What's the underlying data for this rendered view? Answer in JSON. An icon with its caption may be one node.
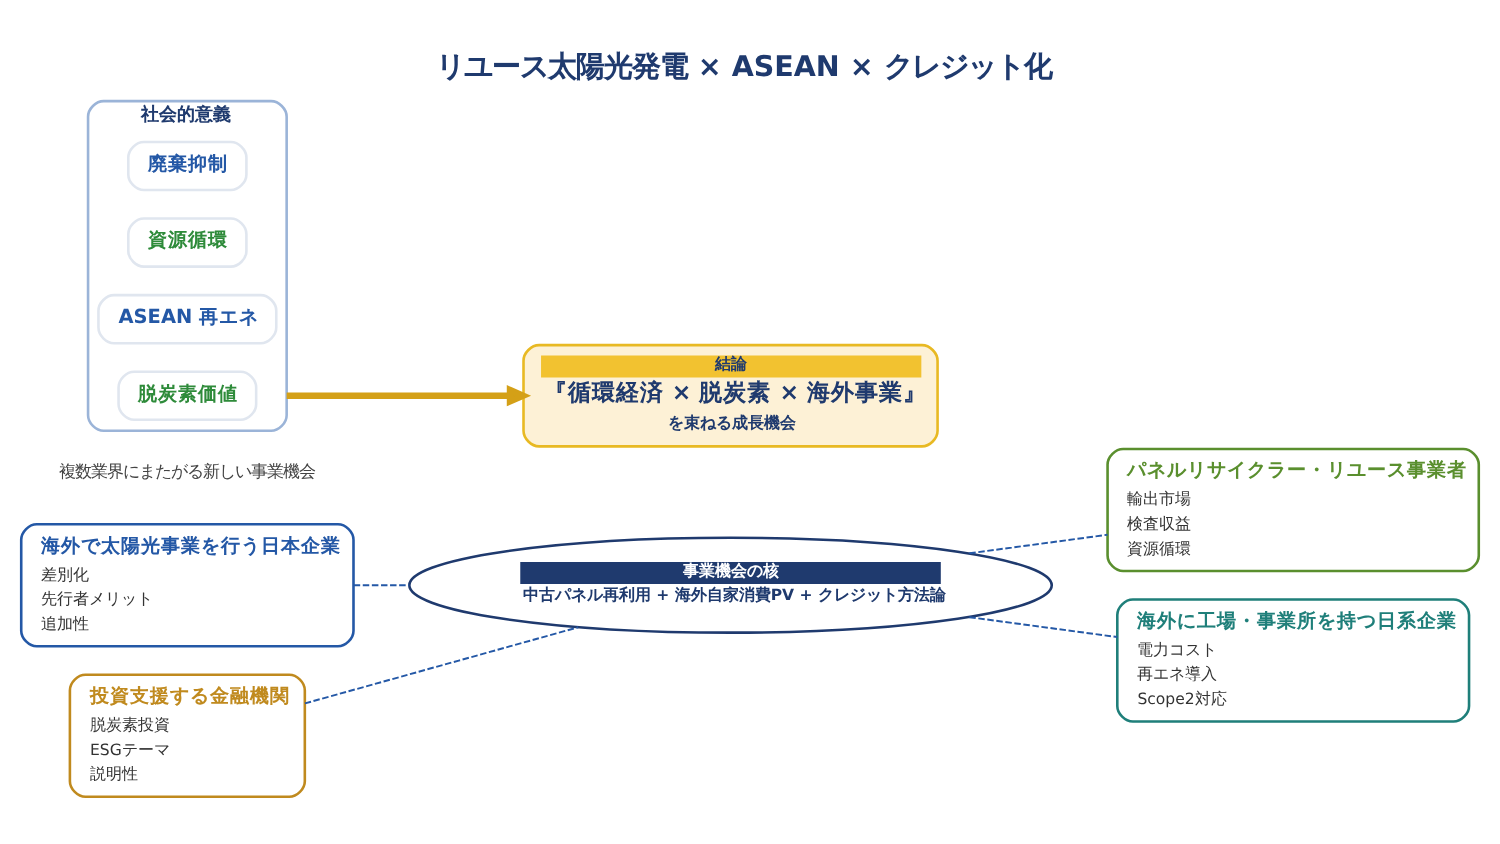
{
  "diagram": {
    "title": "リユース太陽光発電 × ASEAN × クレジット化",
    "nodes": [
      {
        "text": [
          "事業機会の核",
          "中古パネル再利用 + 海外自家消費PV + クレジット方法論"
        ]
      },
      {
        "text": [
          "海外で太陽光事業を行う日本企業",
          "差別化",
          "先行者メリット",
          "追加性"
        ]
      },
      {
        "text": [
          "パネルリサイクラー・リユース事業者",
          "輸出市場",
          "検査収益",
          "資源循環"
        ]
      },
      {
        "text": [
          "投資支援する金融機関",
          "脱炭素投資",
          "ESGテーマ",
          "説明性"
        ]
      },
      {
        "text": [
          "海外に工場・事業所を持つ日系企業",
          "電力コスト",
          "再エネ導入",
          "Scope2対応"
        ]
      },
      {
        "text": [
          "社会的意義"
        ]
      },
      {
        "text": [
          "廃棄抑制"
        ],
        "in": 5
      },
      {
        "text": [
          "資源循環"
        ],
        "in": 5
      },
      {
        "text": [
          "ASEAN 再エネ"
        ],
        "in": 5
      },
      {
        "text": [
          "脱炭素価値"
        ],
        "in": 5
      },
      {
        "text": [
          "結論",
          "『循環経済 × 脱炭素 × 海外事業』",
          "を束ねる成長機会"
        ]
      }
    ],
    "edges": [
      {
        "from": 1,
        "to": 0,
        "arrow": "none",
        "style": "dashed"
      },
      {
        "from": 0,
        "to": 2,
        "arrow": "none",
        "style": "dashed"
      },
      {
        "from": 3,
        "to": 0,
        "arrow": "none",
        "style": "dashed"
      },
      {
        "from": 0,
        "to": 4,
        "arrow": "none",
        "style": "dashed"
      },
      {
        "from": 5,
        "to": 10,
        "arrow": "to",
        "style": "thick",
        "color": "#d4a017"
      }
    ],
    "labels": [
      "複数業界にまたがる新しい事業機会"
    ]
  }
}
